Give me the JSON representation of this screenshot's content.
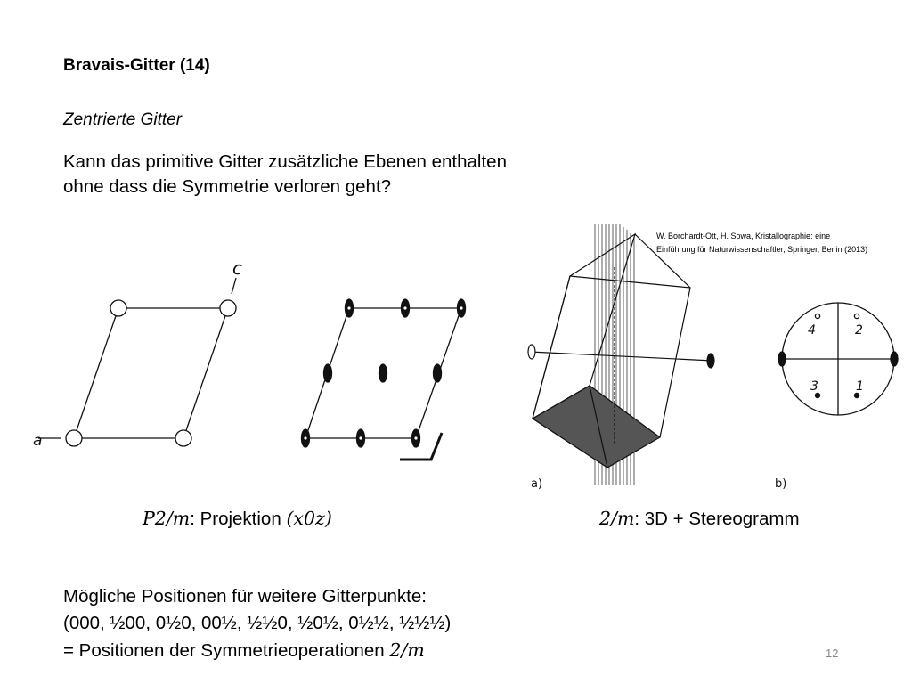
{
  "title": "Bravais-Gitter (14)",
  "subtitle": "Zentrierte Gitter",
  "question": {
    "line1": "Kann das primitive Gitter zusätzliche Ebenen enthalten",
    "line2": "ohne dass die Symmetrie verloren geht?"
  },
  "citation": {
    "line1": "W. Borchardt-Ott, H. Sowa, Kristallographie: eine",
    "line2": "Einführung für Naturwissenschaftler, Springer, Berlin (2013)"
  },
  "figure1": {
    "label_c": "c",
    "label_a": "a"
  },
  "figure3": {
    "label_a": "a)",
    "label_b": "b)",
    "stereo_labels": [
      "4",
      "2",
      "3",
      "1"
    ]
  },
  "caption_left": {
    "math": "P2/m",
    "text": ": Projektion ",
    "math2": "(x0z)"
  },
  "caption_right": {
    "math": "2/m",
    "text": ": 3D + Stereogramm"
  },
  "bottom": {
    "line1": "Mögliche Positionen für weitere Gitterpunkte:",
    "line2": "(000, ½00, 0½0, 00½, ½½0, ½0½, 0½½, ½½½)",
    "line3_text": "= Positionen der Symmetrieoperationen ",
    "line3_math": "2/m"
  },
  "page_number": "12"
}
